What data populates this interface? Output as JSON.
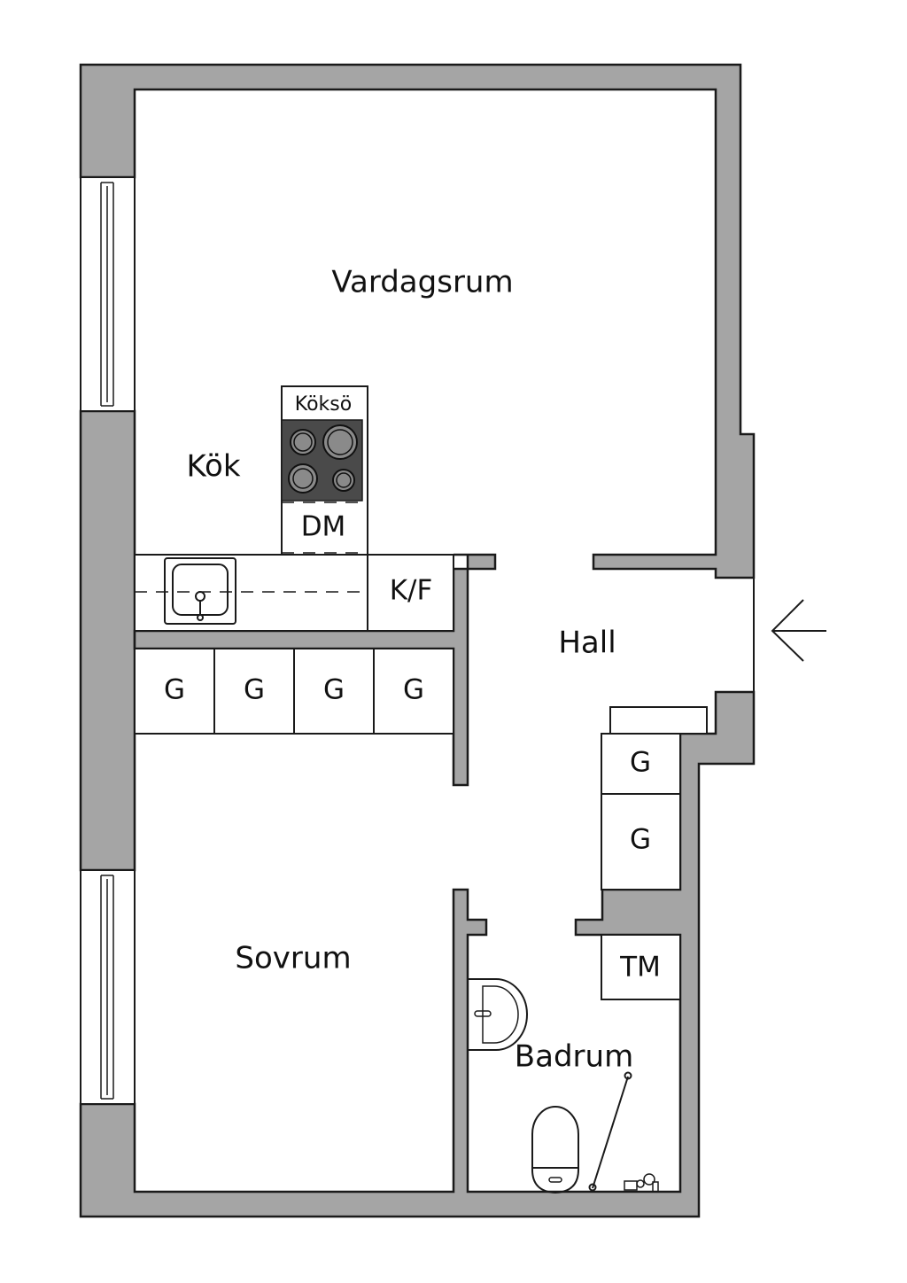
{
  "floorplan": {
    "rooms": {
      "living": "Vardagsrum",
      "kitchen": "Kök",
      "hall": "Hall",
      "bedroom": "Sovrum",
      "bathroom": "Badrum"
    },
    "fixtures": {
      "island": "Köksö",
      "dishwasher": "DM",
      "fridge_freezer": "K/F",
      "wardrobe": "G",
      "washing_machine": "TM"
    },
    "entrance_icon": "arrow-left-icon",
    "colors": {
      "wall": "#a5a5a5",
      "line": "#1a1a1a",
      "stove": "#4a4a4a",
      "burner": "#8a8a8a"
    }
  }
}
